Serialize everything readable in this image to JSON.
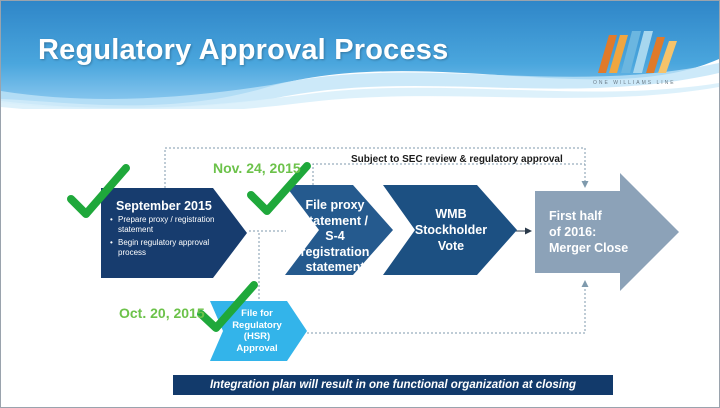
{
  "slide": {
    "title": "Regulatory Approval Process",
    "logo_tagline": "ONE WILLIAMS LINE"
  },
  "process": {
    "note_label": "Subject to SEC review & regulatory approval",
    "steps": [
      {
        "date": "",
        "heading": "September 2015",
        "bullets": [
          "Prepare proxy / registration statement",
          "Begin regulatory approval process"
        ]
      },
      {
        "date": "Nov. 24, 2015",
        "lines": [
          "File proxy",
          "statement / S-4",
          "registration",
          "statement"
        ]
      },
      {
        "date": "",
        "lines": [
          "WMB",
          "Stockholder",
          "Vote"
        ]
      },
      {
        "date": "",
        "lines": [
          "First half",
          "of 2016:",
          "Merger Close"
        ]
      },
      {
        "date": "Oct. 20, 2015",
        "lines": [
          "File for",
          "Regulatory",
          "(HSR)",
          "Approval"
        ]
      }
    ]
  },
  "footer": {
    "banner": "Integration plan will result in one functional organization at closing"
  },
  "colors": {
    "navy": "#173c6e",
    "mid_blue": "#255a8e",
    "steel_blue": "#1c5082",
    "gray_blue": "#8ca2b8",
    "light_blue": "#33b4ea",
    "check_green": "#1fa83b",
    "date_green": "#6cc24a"
  },
  "icons": [
    "check-icon",
    "check-icon",
    "check-icon",
    "company-logo"
  ]
}
